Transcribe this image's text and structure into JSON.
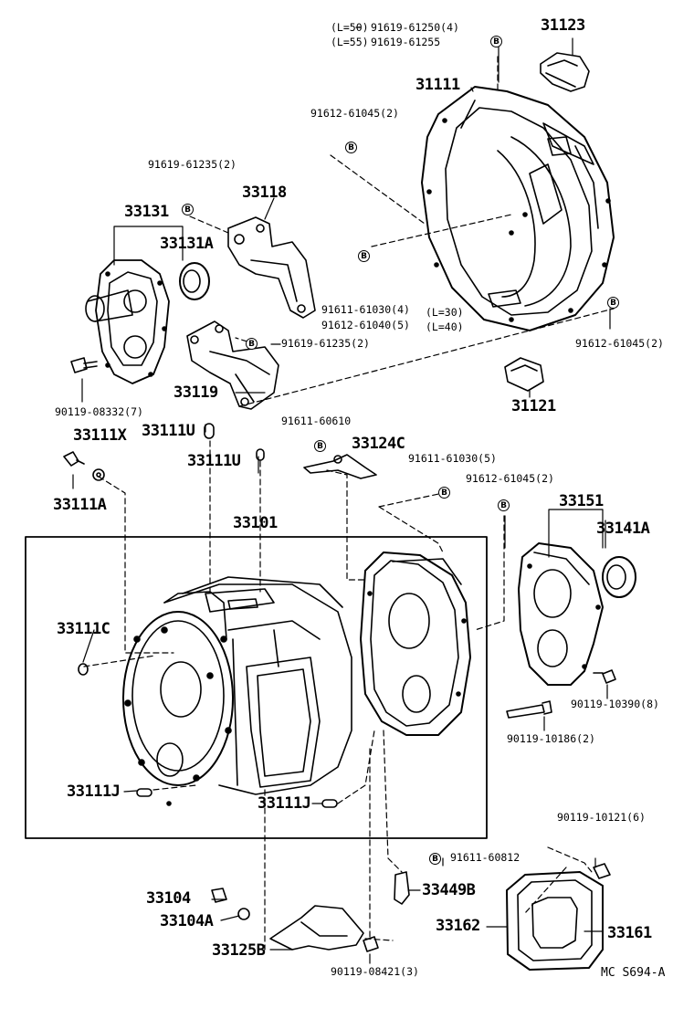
{
  "badge_letter": "B",
  "labels": {
    "l50": "(L=50)",
    "l55": "(L=55)",
    "p91619_61250": "91619-61250(4)",
    "p91619_61255": "91619-61255",
    "p31123": "31123",
    "p31111": "31111",
    "p91612_61045_a": "91612-61045(2)",
    "p91619_61235_a": "91619-61235(2)",
    "p33118": "33118",
    "p33131": "33131",
    "p33131A": "33131A",
    "p91611_61030_a": "91611-61030(4)",
    "p91612_61040": "91612-61040(5)",
    "l30": "(L=30)",
    "l40": "(L=40)",
    "p91619_61235_b": "91619-61235(2)",
    "p91612_61045_b": "91612-61045(2)",
    "p33119": "33119",
    "p90119_08332": "90119-08332(7)",
    "p31121": "31121",
    "p33111X": "33111X",
    "p33111U_a": "33111U",
    "p91611_60610": "91611-60610",
    "p33124C": "33124C",
    "p33111U_b": "33111U",
    "p91611_61030_b": "91611-61030(5)",
    "p33111A": "33111A",
    "p91612_61045_c": "91612-61045(2)",
    "p33151": "33151",
    "p33101": "33101",
    "p33141A": "33141A",
    "p33111C": "33111C",
    "p90119_10390": "90119-10390(8)",
    "p90119_10186": "90119-10186(2)",
    "p33111J_a": "33111J",
    "p33111J_b": "33111J",
    "p90119_10121": "90119-10121(6)",
    "p91611_60812": "91611-60812",
    "p33104": "33104",
    "p33449B": "33449B",
    "p33104A": "33104A",
    "p33162": "33162",
    "p33161": "33161",
    "p33125B": "33125B",
    "p90119_08421": "90119-08421(3)",
    "code": "MC S694-A"
  }
}
